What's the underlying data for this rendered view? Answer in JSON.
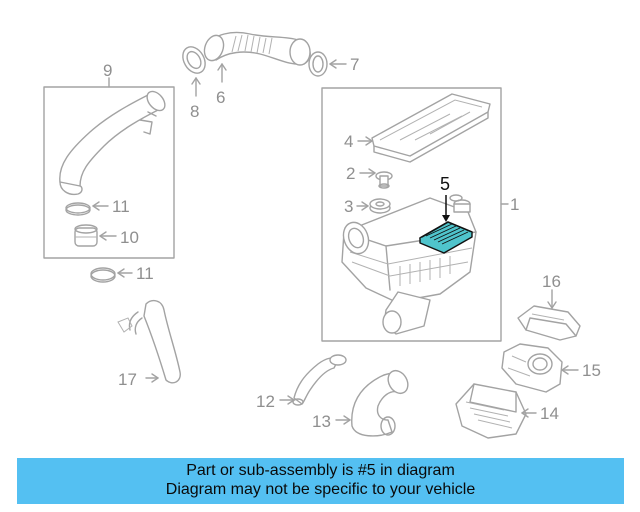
{
  "callouts": {
    "c1": "1",
    "c2": "2",
    "c3": "3",
    "c4": "4",
    "c5": "5",
    "c6": "6",
    "c7": "7",
    "c8": "8",
    "c9": "9",
    "c10": "10",
    "c11a": "11",
    "c11b": "11",
    "c12": "12",
    "c13": "13",
    "c14": "14",
    "c15": "15",
    "c16": "16",
    "c17": "17"
  },
  "highlighted_part": "5",
  "banner": {
    "line1": "Part or sub-assembly is #5 in diagram",
    "line2": "Diagram may not be specific to your vehicle",
    "background": "#54c0f2"
  },
  "colors": {
    "line_art": "#a3a3a3",
    "highlight_fill": "#4fc4cc",
    "highlight_stroke": "#111111"
  }
}
